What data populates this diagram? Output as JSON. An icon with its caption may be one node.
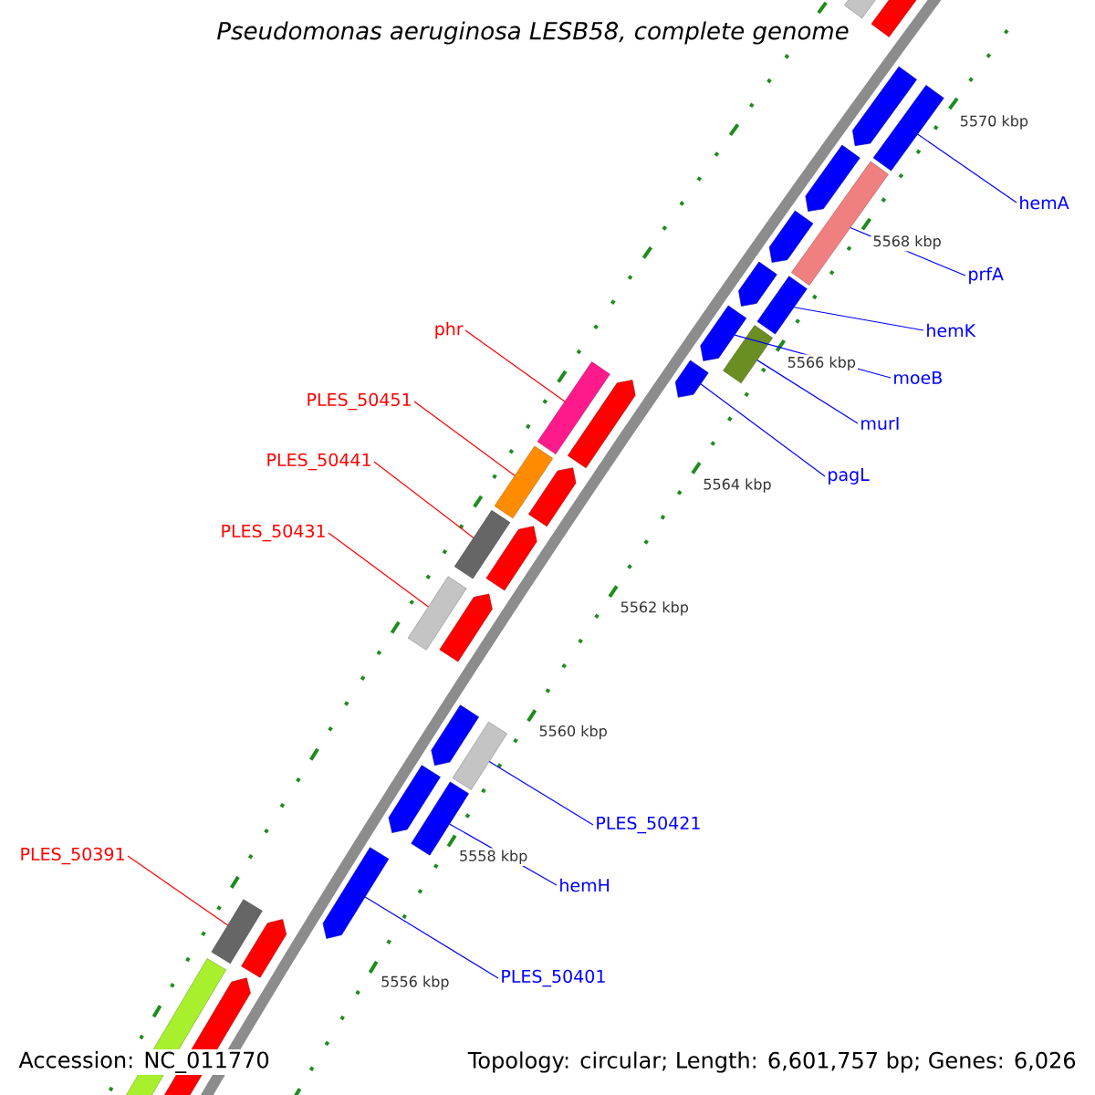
{
  "diagram": {
    "title": "Pseudomonas aeruginosa LESB58, complete genome",
    "nodes": [
      {
        "text": [
          "hemA"
        ]
      },
      {
        "text": [
          "prfA"
        ]
      },
      {
        "text": [
          "phr"
        ]
      },
      {
        "text": [
          "hemK"
        ]
      },
      {
        "text": [
          "moeB"
        ]
      },
      {
        "text": [
          "PLES_50451"
        ]
      },
      {
        "text": [
          "murI"
        ]
      },
      {
        "text": [
          "PLES_50441"
        ]
      },
      {
        "text": [
          "pagL"
        ]
      },
      {
        "text": [
          "PLES_50431"
        ]
      },
      {
        "text": [
          "PLES_50421"
        ]
      },
      {
        "text": [
          "PLES_50391"
        ]
      },
      {
        "text": [
          "hemH"
        ]
      },
      {
        "text": [
          "PLES_50401"
        ]
      },
      {
        "text": [],
        "shape": "bar"
      },
      {
        "text": [],
        "shape": "bar"
      },
      {
        "text": [],
        "shape": "bar"
      },
      {
        "text": [],
        "shape": "bar"
      },
      {
        "text": [],
        "shape": "arrow"
      },
      {
        "text": [],
        "shape": "bar"
      },
      {
        "text": [],
        "shape": "bar"
      },
      {
        "text": [],
        "shape": "bar"
      },
      {
        "text": [],
        "shape": "arrow"
      },
      {
        "text": [],
        "shape": "bar"
      },
      {
        "text": [],
        "shape": "bar"
      },
      {
        "text": [],
        "shape": "bar"
      },
      {
        "text": [],
        "shape": "bar"
      },
      {
        "text": [],
        "shape": "arrow"
      }
    ],
    "edges": [
      {
        "from": 0,
        "to": 14,
        "arrow": "none"
      },
      {
        "from": 1,
        "to": 15,
        "arrow": "none"
      },
      {
        "from": 2,
        "to": 16,
        "arrow": "none",
        "color": "#ff0000"
      },
      {
        "from": 3,
        "to": 17,
        "arrow": "none"
      },
      {
        "from": 4,
        "to": 18,
        "arrow": "none"
      },
      {
        "from": 5,
        "to": 19,
        "arrow": "none",
        "color": "#ff0000"
      },
      {
        "from": 6,
        "to": 20,
        "arrow": "none"
      },
      {
        "from": 7,
        "to": 21,
        "arrow": "none",
        "color": "#ff0000"
      },
      {
        "from": 8,
        "to": 22,
        "arrow": "none"
      },
      {
        "from": 9,
        "to": 23,
        "arrow": "none",
        "color": "#ff0000"
      },
      {
        "from": 10,
        "to": 24,
        "arrow": "none"
      },
      {
        "from": 11,
        "to": 25,
        "arrow": "none",
        "color": "#ff0000"
      },
      {
        "from": 12,
        "to": 26,
        "arrow": "none"
      },
      {
        "from": 13,
        "to": 27,
        "arrow": "none"
      }
    ],
    "labels": [
      "5570 kbp",
      "5568 kbp",
      "5566 kbp",
      "5564 kbp",
      "5562 kbp",
      "5560 kbp",
      "5558 kbp",
      "5556 kbp",
      "Accession: NC_011770",
      "Topology: circular; Length: 6,601,757 bp; Genes: 6,026"
    ]
  }
}
